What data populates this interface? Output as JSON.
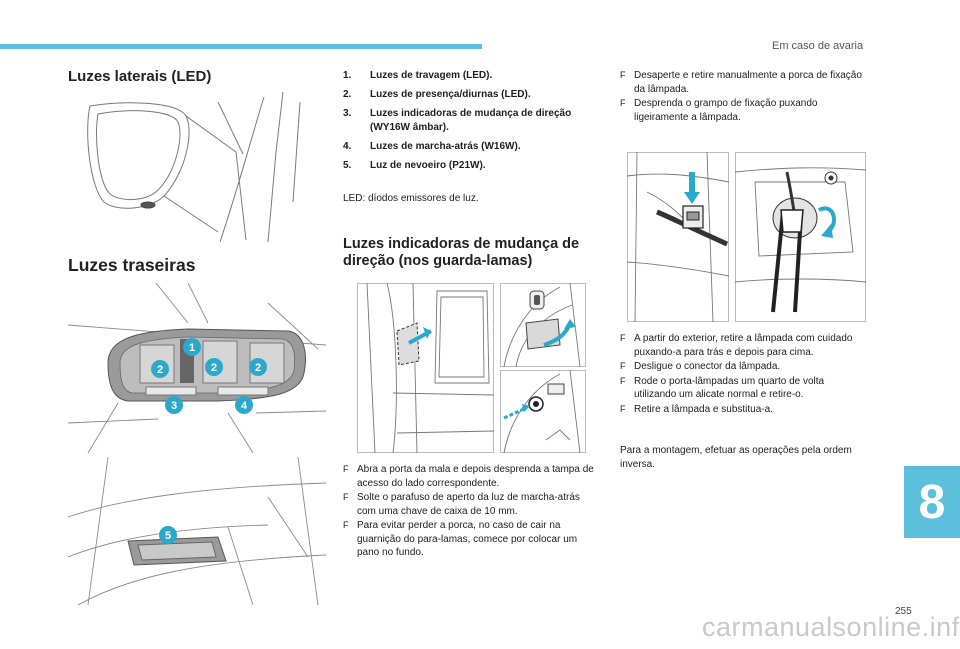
{
  "header": {
    "section_title": "Em caso de avaria"
  },
  "side_lights": {
    "heading": "Luzes laterais (LED)"
  },
  "rear_lights": {
    "heading": "Luzes traseiras",
    "callouts": [
      "1",
      "2",
      "2",
      "2",
      "3",
      "4",
      "5"
    ]
  },
  "lamp_list": [
    {
      "num": "1.",
      "text": "Luzes de travagem (LED)."
    },
    {
      "num": "2.",
      "text": "Luzes de presença/diurnas (LED)."
    },
    {
      "num": "3.",
      "text": "Luzes indicadoras de mudança de direção (WY16W âmbar)."
    },
    {
      "num": "4.",
      "text": "Luzes de marcha-atrás (W16W)."
    },
    {
      "num": "5.",
      "text": "Luz de nevoeiro (P21W)."
    }
  ],
  "led_note": "LED: díodos emissores de luz.",
  "indicators": {
    "heading": "Luzes indicadoras de mudança de direção (nos guarda-lamas)",
    "steps": [
      "Abra a porta da mala e depois desprenda a tampa de acesso do lado correspondente.",
      "Solte o parafuso de aperto da luz de marcha-atrás com uma chave de caixa de 10 mm.",
      "Para evitar perder a porca, no caso de cair na guarnição do para-lamas, comece por colocar um pano no fundo."
    ]
  },
  "right_col": {
    "steps_top": [
      "Desaperte e retire manualmente a porca de fixação da lâmpada.",
      "Desprenda o grampo de fixação puxando ligeiramente a lâmpada."
    ],
    "steps_bottom": [
      "A partir do exterior, retire a lâmpada com cuidado puxando-a para trás e depois para cima.",
      "Desligue o conector da lâmpada.",
      "Rode o porta-lâmpadas um quarto de volta utilizando um alicate normal e retire-o.",
      "Retire a lâmpada e substitua-a."
    ],
    "closing": "Para a montagem, efetuar as operações pela ordem inversa."
  },
  "bullet_marker": "F",
  "chapter_number": "8",
  "page_number": "255",
  "watermark": "carmanualsonline.info",
  "colors": {
    "accent": "#5cbfdc",
    "callout_fill": "#2aa9cc",
    "arrow": "#2aa9cc"
  }
}
